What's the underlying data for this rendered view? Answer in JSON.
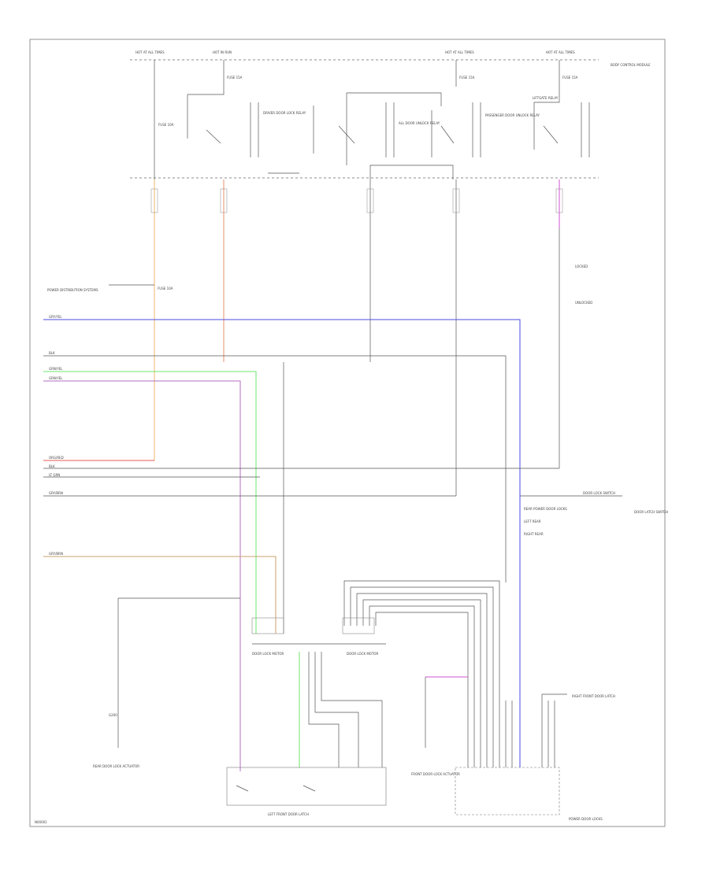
{
  "diagram": {
    "code": "N00001",
    "hot_labels": [
      "HOT AT ALL TIMES",
      "HOT IN RUN",
      "HOT AT ALL TIMES",
      "HOT AT ALL TIMES"
    ],
    "module_title": "BODY CONTROL MODULE",
    "switches": [
      {
        "id": "driver_door_lock",
        "label": "DRIVER DOOR LOCK RELAY"
      },
      {
        "id": "all_door_unlock",
        "label": "ALL DOOR UNLOCK RELAY"
      },
      {
        "id": "passenger_door_unlock",
        "label": "PASSENGER DOOR UNLOCK RELAY"
      },
      {
        "id": "liftgate_unlock",
        "label": "LIFTGATE RELAY"
      }
    ],
    "fuses": [
      "FUSE 10A",
      "FUSE 15A",
      "FUSE 15A",
      "FUSE 15A",
      "FUSE 10A"
    ],
    "power_label": "POWER DISTRIBUTION SYSTEMS",
    "ground_legend": {
      "lock": "LOCKED",
      "unlock": "UNLOCKED"
    },
    "left_wires": [
      "GRY/YEL",
      "BLK",
      "GRN/YEL",
      "GRN/YEL",
      "ORG/RED",
      "BLK",
      "LT GRN",
      "GRY/BRN",
      "GRY/BRN"
    ],
    "right_labels": [
      "REAR POWER DOOR LOCKS",
      "LEFT REAR",
      "RIGHT REAR",
      "DOOR LOCK SWITCH"
    ],
    "right_component": "DOOR LATCH SWITCH",
    "connector_labels": [
      "DOOR LOCK MOTOR",
      "DOOR LOCK MOTOR"
    ],
    "bottom_components": [
      "REAR DOOR LOCK ACTUATOR",
      "LEFT FRONT DOOR LATCH",
      "FRONT DOOR LOCK ACTUATOR",
      "RIGHT FRONT DOOR LATCH"
    ],
    "ground_label": "G200",
    "bottom_right_box": "POWER DOOR LOCKS",
    "colors": {
      "orange": "#f0b46c",
      "red": "#e65a50",
      "blue": "#4a4ae6",
      "green": "#6ee66e",
      "purple": "#b070c0",
      "brown": "#c8a070",
      "gray": "#888888",
      "magenta": "#d050d0"
    }
  }
}
